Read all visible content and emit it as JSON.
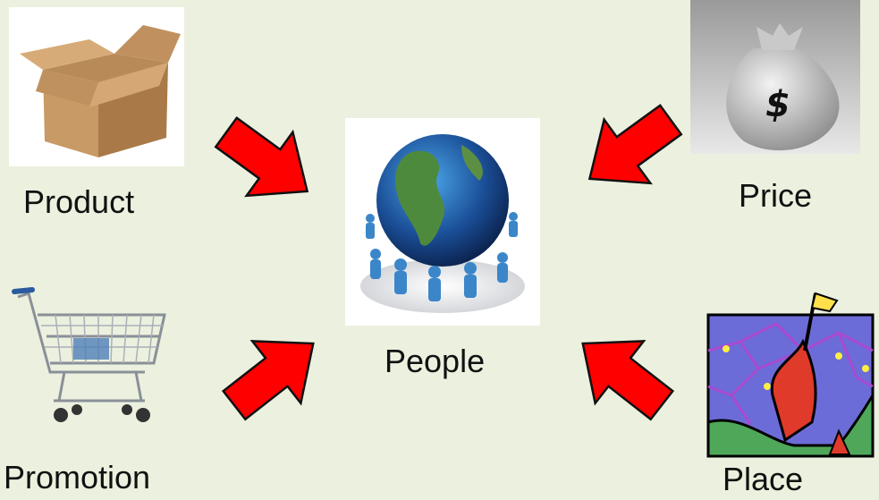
{
  "center": {
    "label": "People",
    "icon": "globe-with-people-icon"
  },
  "items": [
    {
      "key": "product",
      "label": "Product",
      "icon": "cardboard-box-icon"
    },
    {
      "key": "price",
      "label": "Price",
      "icon": "money-bag-icon"
    },
    {
      "key": "promotion",
      "label": "Promotion",
      "icon": "shopping-cart-icon"
    },
    {
      "key": "place",
      "label": "Place",
      "icon": "flag-on-mountain-icon"
    }
  ],
  "arrow_color": "#ff0000",
  "background_color": "#ebf1de"
}
